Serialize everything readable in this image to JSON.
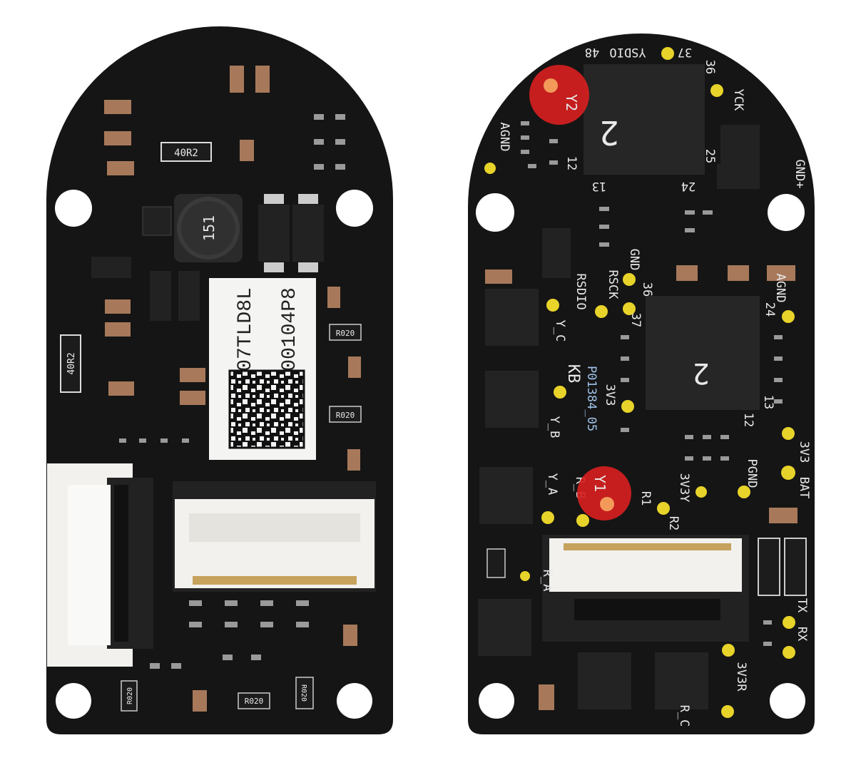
{
  "board_left": {
    "sticker_line1": "07TLD8L",
    "sticker_line2": "00104P8",
    "inductor_mark": "151",
    "resistor_marks": [
      "40R2",
      "40R2",
      "R020",
      "R020",
      "R020",
      "R020",
      "R020"
    ]
  },
  "board_right": {
    "chip_top_mark": "2",
    "chip_mid_mark": "2",
    "silk_labels": {
      "ysdio": "YSDIO",
      "pin37_top": "37",
      "pin48": "48",
      "pin36_top": "36",
      "yck": "YCK",
      "pin12_top": "12",
      "pin13_top": "13",
      "pin24_top": "24",
      "pin25": "25",
      "agnd_left": "AGND",
      "gnd_plus": "GND+",
      "gnd_mid": "GND",
      "rsdio": "RSDIO",
      "rsck": "RSCK",
      "pin36_mid": "36",
      "pin37_mid": "37",
      "agnd_right": "AGND",
      "pin24_mid": "24",
      "y_c": "Y_C",
      "kb": "KB",
      "part_no": "P01384_05",
      "v3v3_mid": "3V3",
      "pin13_mid": "13",
      "pin12_mid": "12",
      "y_b": "Y_B",
      "v3v3_right": "3V3",
      "pgnd": "PGND",
      "bat": "BAT",
      "y_a": "Y_A",
      "r_b": "R_B",
      "r1": "R1",
      "r2": "R2",
      "v3v3y": "3V3Y",
      "r_a": "R_A",
      "tx": "TX",
      "rx": "RX",
      "v3v3r": "3V3R",
      "r_c": "R_C"
    },
    "markers": [
      {
        "label": "Y2"
      },
      {
        "label": "Y1"
      }
    ]
  },
  "colors": {
    "pcb": "#151515",
    "pad": "#e8d32a",
    "marker": "#d62020",
    "marker_dot": "#f39a5a",
    "connector": "#f2f1ee",
    "sticker": "#f4f4f2",
    "component_tan": "#a7795a",
    "ic": "#262626"
  }
}
